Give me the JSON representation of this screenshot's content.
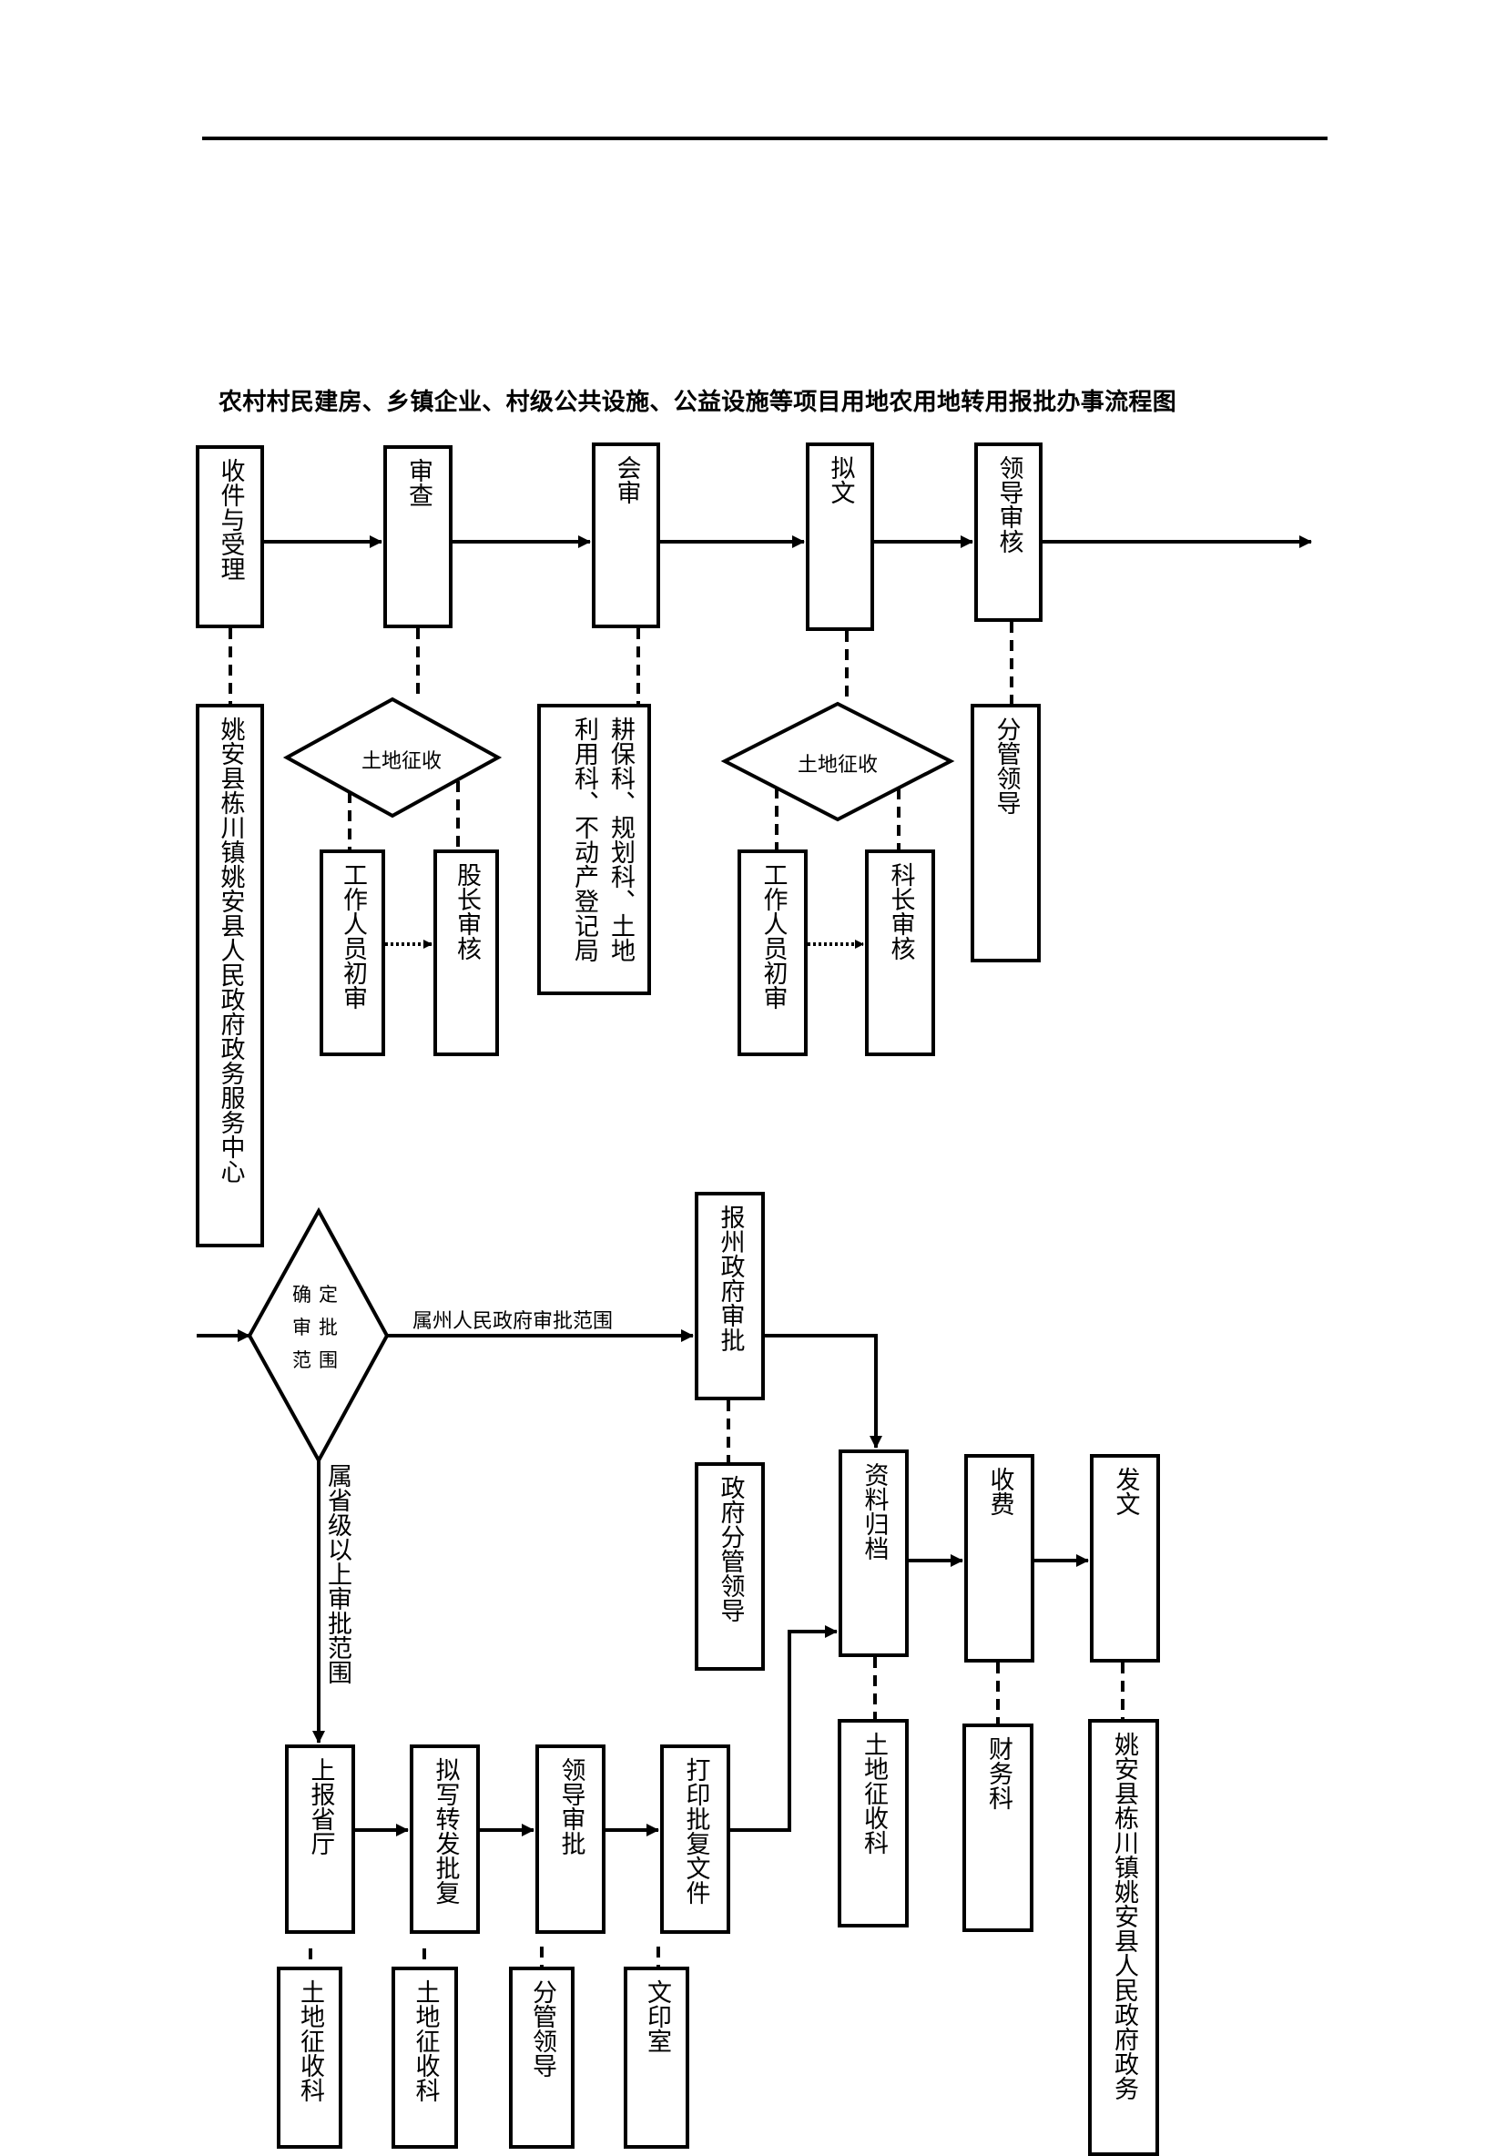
{
  "title": "农村村民建房、乡镇企业、村级公共设施、公益设施等项目用地农用地转用报批办事流程图",
  "top_row": {
    "receive": "收件与受理",
    "review": "审查",
    "joint_review": "会审",
    "draft": "拟文",
    "leader_review": "领导审核"
  },
  "top_sub": {
    "service_center": "姚安县栋川镇姚安县人民政府政务服务中心",
    "land_expropriation_1": "土地征收",
    "staff_initial_1": "工作人员初审",
    "section_head": "股长审核",
    "departments": "耕保科、规划科、土地利用科、不动产登记局",
    "land_expropriation_2": "土地征收",
    "staff_initial_2": "工作人员初审",
    "division_head": "科长审核",
    "leader_in_charge": "分管领导"
  },
  "decision": {
    "label": "确定审批范围",
    "label_chars": [
      "确",
      "定",
      "审",
      "批",
      "范",
      "围"
    ],
    "branch_prefecture": "属州人民政府审批范围",
    "branch_province": "属省级以上审批范围"
  },
  "prefecture_path": {
    "report_prefecture": "报州政府审批",
    "gov_leader": "政府分管领导"
  },
  "final_row": {
    "archive": "资料归档",
    "fee": "收费",
    "issue": "发文",
    "archive_dept": "土地征收科",
    "fee_dept": "财务科",
    "issue_dept": "姚安县栋川镇姚安县人民政府政务"
  },
  "province_path": {
    "report_province": "上报省厅",
    "draft_forward": "拟写转发批复",
    "leader_approve": "领导审批",
    "print_reply": "打印批复文件",
    "dept_1": "土地征收科",
    "dept_2": "土地征收科",
    "dept_3": "分管领导",
    "dept_4": "文印室"
  }
}
